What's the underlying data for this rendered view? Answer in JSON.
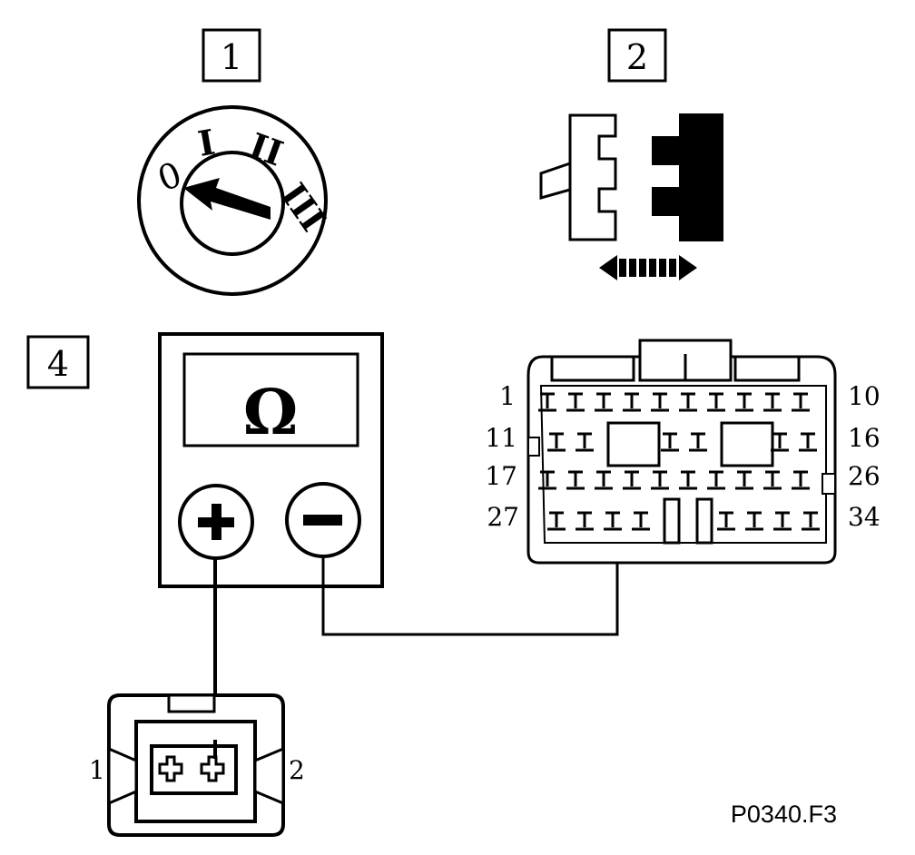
{
  "steps": {
    "ignition": "1",
    "connector_disconnect": "2",
    "measurement": "4"
  },
  "ignition_switch": {
    "positions": [
      "0",
      "I",
      "II",
      "III"
    ]
  },
  "ohmmeter": {
    "display": "Ω",
    "positive_terminal": "+",
    "negative_terminal": "−"
  },
  "ecu_connector": {
    "row_start_pins": [
      "1",
      "11",
      "17",
      "27"
    ],
    "row_end_pins": [
      "10",
      "16",
      "26",
      "34"
    ]
  },
  "sensor_connector": {
    "pins": [
      "1",
      "2"
    ]
  },
  "figure_code": "P0340.F3",
  "colors": {
    "ink": "#000000",
    "background": "#ffffff"
  }
}
